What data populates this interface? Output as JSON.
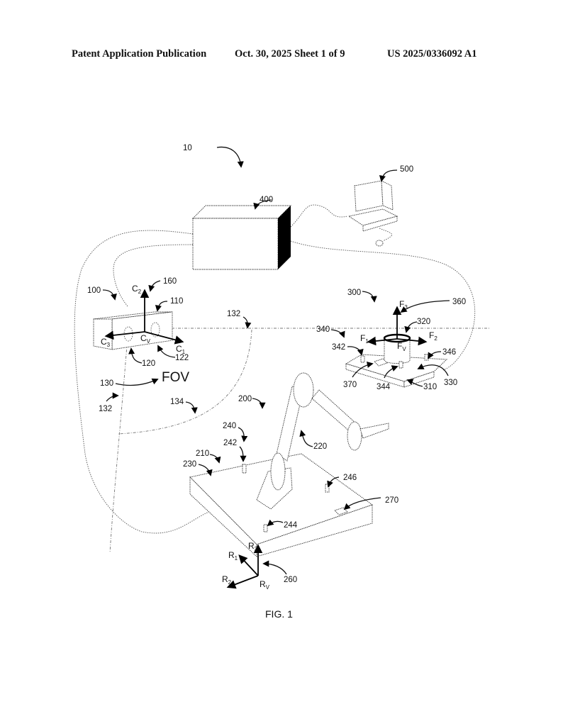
{
  "header": {
    "publication": "Patent Application Publication",
    "date_sheet": "Oct. 30, 2025  Sheet 1 of 9",
    "number": "US 2025/0336092 A1"
  },
  "figure": {
    "caption": "FIG. 1",
    "fov_label": "FOV",
    "refs": {
      "system": "10",
      "camera": "100",
      "camera_body": "110",
      "lens_left": "120",
      "lens_right": "122",
      "field_of_view": "130",
      "fov_edge_a": "132",
      "fov_edge_b": "132",
      "fov_boundary": "134",
      "camera_frame": "160",
      "robot": "200",
      "robot_base": "210",
      "robot_arm": "220",
      "base_top": "230",
      "fiducials": "240",
      "fiducial_a": "242",
      "fiducial_b": "244",
      "fiducial_c": "246",
      "robot_frame": "260",
      "robot_marker": "270",
      "fixture": "300",
      "fixture_plate": "310",
      "fixture_post": "320",
      "fixture_top": "330",
      "fixture_fiducials": "340",
      "fixture_fiducial_a": "342",
      "fixture_fiducial_b": "344",
      "fixture_fiducial_c": "346",
      "fixture_frame": "360",
      "fixture_marker": "370",
      "controller": "400",
      "computer": "500"
    },
    "axes": {
      "c1": {
        "base": "C",
        "sub": "1"
      },
      "c2": {
        "base": "C",
        "sub": "2"
      },
      "c3": {
        "base": "C",
        "sub": "3"
      },
      "cv": {
        "base": "C",
        "sub": "V"
      },
      "f1": {
        "base": "F",
        "sub": "1"
      },
      "f2": {
        "base": "F",
        "sub": "2"
      },
      "f3": {
        "base": "F",
        "sub": "3"
      },
      "fv": {
        "base": "F",
        "sub": "V"
      },
      "r1": {
        "base": "R",
        "sub": "1"
      },
      "r2": {
        "base": "R",
        "sub": "2"
      },
      "r3": {
        "base": "R",
        "sub": "3"
      },
      "rv": {
        "base": "R",
        "sub": "V"
      }
    }
  }
}
